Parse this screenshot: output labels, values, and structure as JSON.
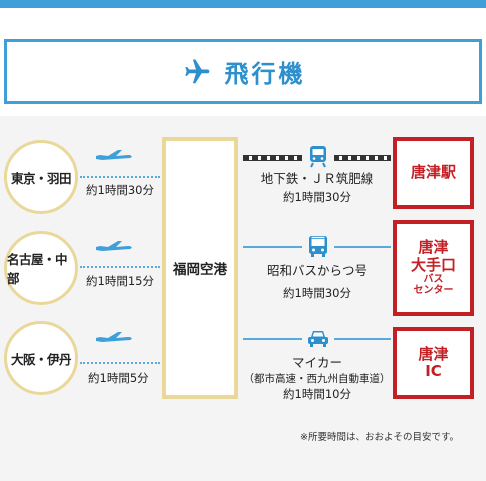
{
  "header": {
    "title": "飛行機",
    "icon": "airplane-icon"
  },
  "origins": [
    {
      "name": "東京・羽田",
      "time": "約1時間30分"
    },
    {
      "name": "名古屋・中部",
      "time": "約1時間15分"
    },
    {
      "name": "大阪・伊丹",
      "time": "約1時間5分"
    }
  ],
  "hub": {
    "name": "福岡空港"
  },
  "routes": [
    {
      "mode": "地下鉄・ＪＲ筑肥線",
      "sub": "",
      "time": "約1時間30分",
      "icon": "train-icon"
    },
    {
      "mode": "昭和バスからつ号",
      "sub": "",
      "time": "約1時間30分",
      "icon": "bus-icon"
    },
    {
      "mode": "マイカー",
      "sub": "（都市高速・西九州自動車道）",
      "time": "約1時間10分",
      "icon": "car-icon"
    }
  ],
  "destinations": [
    {
      "lines": [
        "唐津駅"
      ]
    },
    {
      "lines": [
        "唐津",
        "大手口"
      ],
      "small_lines": [
        "バス",
        "センター"
      ]
    },
    {
      "lines": [
        "唐津",
        "IC"
      ]
    }
  ],
  "note": "※所要時間は、おおよその目安です。",
  "colors": {
    "accent_blue": "#3f9fd8",
    "gold": "#ead89a",
    "red": "#c32026"
  }
}
